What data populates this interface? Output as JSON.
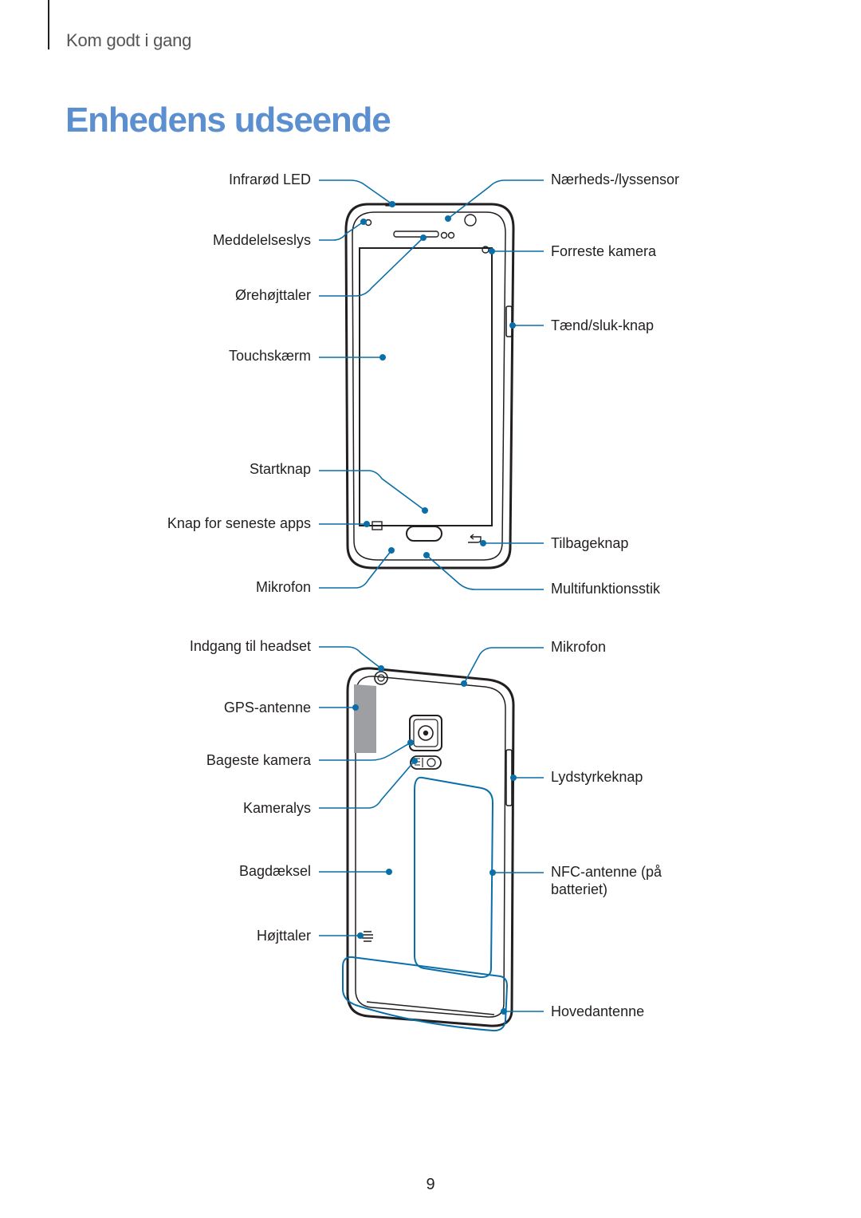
{
  "header": {
    "chapter": "Kom godt i gang"
  },
  "title": "Enhedens udseende",
  "front": {
    "left": [
      "Infrarød LED",
      "Meddelelseslys",
      "Ørehøjttaler",
      "Touchskærm",
      "Startknap",
      "Knap for seneste apps",
      "Mikrofon"
    ],
    "right": [
      "Nærheds-/lyssensor",
      "Forreste kamera",
      "Tænd/sluk-knap",
      "Tilbageknap",
      "Multifunktionsstik"
    ]
  },
  "back": {
    "left": [
      "Indgang til headset",
      "GPS-antenne",
      "Bageste kamera",
      "Kameralys",
      "Bagdæksel",
      "Højttaler"
    ],
    "right": [
      "Mikrofon",
      "Lydstyrkeknap",
      "NFC-antenne (på",
      "batteriet)",
      "Hovedantenne"
    ]
  },
  "colors": {
    "title": "#5b8fd0",
    "callout": "#0a6fa8",
    "line": "#231f20"
  },
  "page_number": "9"
}
